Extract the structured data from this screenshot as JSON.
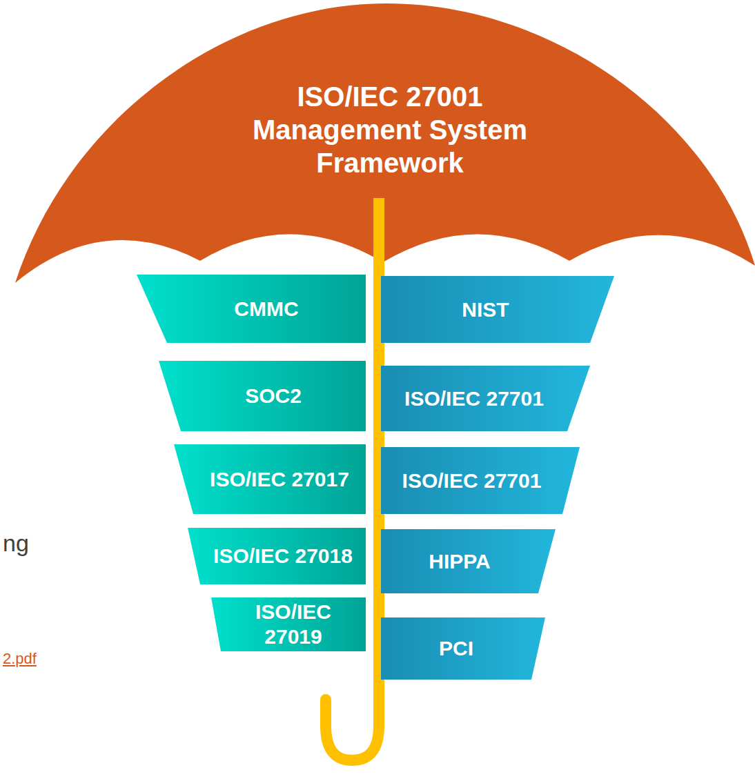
{
  "diagram": {
    "nodes": [
      {
        "text": [
          "ISO/IEC 27001 Management System Framework"
        ]
      },
      {
        "text": [
          "CMMC"
        ]
      },
      {
        "text": [
          "NIST"
        ]
      },
      {
        "text": [
          "SOC2"
        ]
      },
      {
        "text": [
          "ISO/IEC 27701"
        ]
      },
      {
        "text": [
          "ISO/IEC 27017"
        ]
      },
      {
        "text": [
          "ISO/IEC 27701"
        ]
      },
      {
        "text": [
          "ISO/IEC 27018"
        ]
      },
      {
        "text": [
          "HIPPA"
        ]
      },
      {
        "text": [
          "ISO/IEC 27019"
        ]
      },
      {
        "text": [
          "PCI"
        ]
      }
    ],
    "labels": [
      "ng",
      "2.pdf"
    ]
  }
}
